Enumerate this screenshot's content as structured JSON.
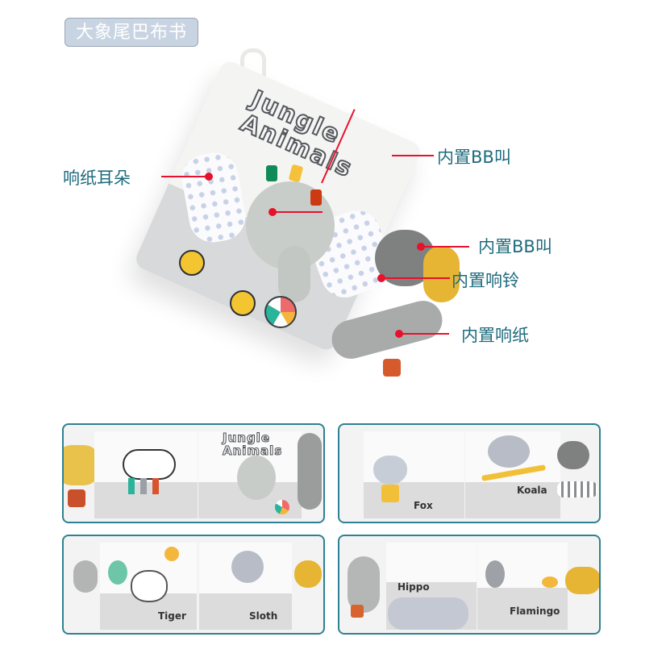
{
  "tag": {
    "label": "大象尾巴布书"
  },
  "hero": {
    "book_title_line1": "Jungle",
    "book_title_line2": "Animals",
    "annotations": [
      {
        "label": "响纸耳朵",
        "side": "left"
      },
      {
        "label": "内置BB叫",
        "side": "right"
      },
      {
        "label": "内置BB叫",
        "side": "right"
      },
      {
        "label": "内置响铃",
        "side": "right"
      },
      {
        "label": "内置响纸",
        "side": "right"
      }
    ]
  },
  "thumbnails": [
    {
      "title_line1": "Jungle",
      "title_line2": "Animals",
      "captions": []
    },
    {
      "captions": [
        "Fox",
        "Koala"
      ]
    },
    {
      "captions": [
        "Tiger",
        "Sloth"
      ]
    },
    {
      "captions": [
        "Hippo",
        "Flamingo"
      ]
    }
  ],
  "colors": {
    "annotation_text": "#1e6b7d",
    "annotation_line": "#e8102b",
    "tag_bg": "#c9d4e3",
    "thumb_border": "#2d8193"
  }
}
